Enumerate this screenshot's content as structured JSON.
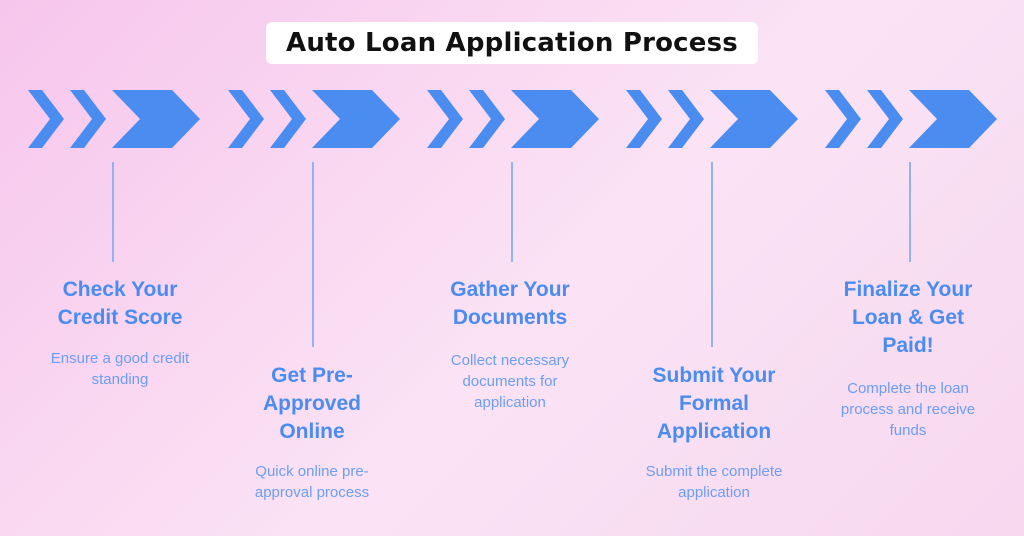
{
  "title": "Auto Loan Application Process",
  "accent_color": "#4a8cf0",
  "steps": [
    {
      "title": "Check Your Credit Score",
      "description": "Ensure a good credit standing"
    },
    {
      "title": "Get Pre-Approved Online",
      "description": "Quick online pre-approval process"
    },
    {
      "title": "Gather Your Documents",
      "description": "Collect necessary documents for application"
    },
    {
      "title": "Submit Your Formal Application",
      "description": "Submit the complete application"
    },
    {
      "title": "Finalize Your Loan & Get Paid!",
      "description": "Complete the loan process and receive funds"
    }
  ]
}
